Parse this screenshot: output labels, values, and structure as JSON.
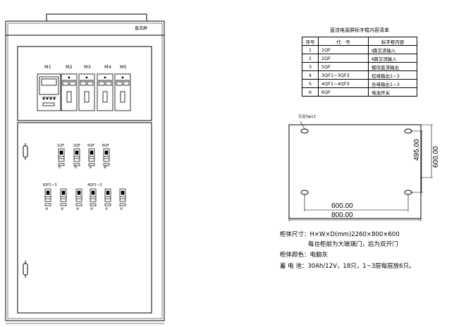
{
  "cabinet": {
    "panel_label": "直流屏",
    "modules": [
      "M1",
      "M2",
      "M3",
      "M4",
      "M5"
    ],
    "breaker_row1": [
      {
        "label": "1QF",
        "tag": "①"
      },
      {
        "label": "2QF",
        "tag": "②"
      },
      {
        "label": "5QF",
        "tag": "③"
      },
      {
        "label": "6QF",
        "tag": "⑥"
      }
    ],
    "group_label_1": "3QF1~3",
    "group_label_2": "4QF1~3",
    "breaker_row2_tags": [
      "④",
      "④",
      "④",
      "⑤",
      "⑤",
      "⑤"
    ]
  },
  "label_list": {
    "title": "直流电源屏标字框内容清单",
    "headers": [
      "序号",
      "代　号",
      "标字框内容"
    ],
    "rows": [
      [
        "1",
        "1QF",
        "Ⅰ路交流输入"
      ],
      [
        "2",
        "2QF",
        "Ⅱ路交流输入"
      ],
      [
        "3",
        "5QF",
        "模块直流输出"
      ],
      [
        "4",
        "3QF1~3QF3",
        "控母输出1~3"
      ],
      [
        "5",
        "4QF1~4QF3",
        "合母输出1~3"
      ],
      [
        "6",
        "6QF",
        "电池开关"
      ]
    ]
  },
  "plan_view": {
    "hole_label": "孔径为φ12",
    "dim_inner_width": "600.00",
    "dim_outer_width": "800.00",
    "dim_inner_depth": "495.00",
    "dim_outer_depth": "600.00"
  },
  "specs": {
    "size": "柜体尺寸：H×W×D(mm)2260×800×600",
    "doors": "每台柜前为大玻璃门，后为双开门",
    "color": "柜体颜色：电脑灰",
    "battery": "蓄 电 池：30Ah/12V，18只，1~3层每层放6只。"
  }
}
